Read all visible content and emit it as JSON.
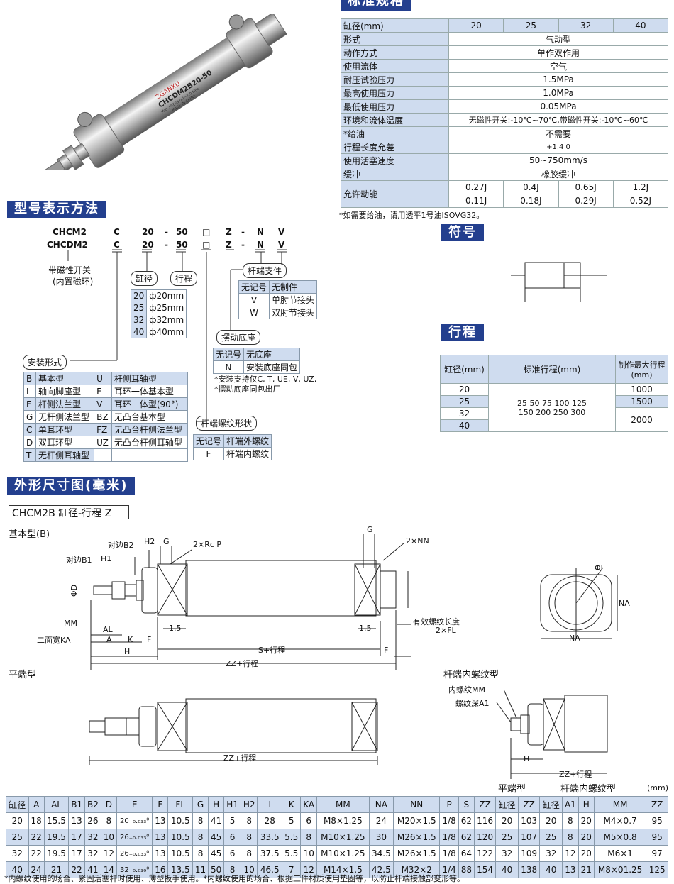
{
  "spec": {
    "title": "标准规格",
    "bore_label": "缸径(mm)",
    "bores": [
      "20",
      "25",
      "32",
      "40"
    ],
    "rows": [
      {
        "k": "形式",
        "v": "气动型"
      },
      {
        "k": "动作方式",
        "v": "单作双作用"
      },
      {
        "k": "使用流体",
        "v": "空气"
      },
      {
        "k": "耐压试验压力",
        "v": "1.5MPa"
      },
      {
        "k": "最高使用压力",
        "v": "1.0MPa"
      },
      {
        "k": "最低使用压力",
        "v": "0.05MPa"
      },
      {
        "k": "环境和流体温度",
        "v": "无磁性开关:-10℃~70℃,带磁性开关:-10℃~60℃"
      },
      {
        "k": "*给油",
        "v": "不需要"
      },
      {
        "k": "行程长度允差",
        "v": "+1.4 0"
      },
      {
        "k": "使用活塞速度",
        "v": "50~750mm/s"
      },
      {
        "k": "缓冲",
        "v": "橡胶缓冲"
      }
    ],
    "energy_label": "允许动能",
    "energy_top": [
      "0.27J",
      "0.4J",
      "0.65J",
      "1.2J"
    ],
    "energy_bottom": [
      "0.11J",
      "0.18J",
      "0.29J",
      "0.52J"
    ],
    "note": "*如需要给油，请用透平1号油ISOVG32。"
  },
  "photo": {
    "brand": "ZGANXU",
    "model": "CHCDM2B20-50",
    "spec1": "MAX.PRESS 0.1~1.0 MPa",
    "spec2": "MADE IN CHINA"
  },
  "symbol": {
    "title": "符号"
  },
  "stroke": {
    "title": "行程",
    "h1": "缸径(mm)",
    "h2": "标准行程(mm)",
    "h3": "制作最大行程(mm)",
    "bores": [
      "20",
      "25",
      "32",
      "40"
    ],
    "std1": "25 50 75 100 125",
    "std2": "150 200 250 300",
    "max": [
      "1000",
      "1500",
      "2000"
    ]
  },
  "model": {
    "title": "型号表示方法",
    "code1": [
      "CHCM2",
      "C",
      "20",
      "-",
      "50",
      "□",
      "Z",
      "-",
      "N",
      "V"
    ],
    "code2": [
      "CHCDM2",
      "C",
      "20",
      "-",
      "50",
      "□",
      "Z",
      "-",
      "N",
      "V"
    ],
    "mag1": "带磁性开关",
    "mag2": "(内置磁环)",
    "bore_box": "缸径",
    "stroke_box": "行程",
    "bores": [
      {
        "a": "20",
        "b": "ф20mm"
      },
      {
        "a": "25",
        "b": "ф25mm"
      },
      {
        "a": "32",
        "b": "ф32mm"
      },
      {
        "a": "40",
        "b": "ф40mm"
      }
    ],
    "rod_end_box": "杆端支件",
    "rod_end": [
      {
        "a": "无记号",
        "b": "无制件"
      },
      {
        "a": "V",
        "b": "单肘节接头"
      },
      {
        "a": "W",
        "b": "双肘节接头"
      }
    ],
    "swing_box": "摆动底座",
    "swing": [
      {
        "a": "无记号",
        "b": "无底座"
      },
      {
        "a": "N",
        "b": "安装底座同包"
      }
    ],
    "swing_note1": "*安装支持仅C, T, UE, V, UZ,",
    "swing_note2": "*摆动底座同包出厂",
    "mount_box": "安装形式",
    "mount": [
      {
        "a": "B",
        "b": "基本型",
        "c": "U",
        "d": "杆侧耳轴型"
      },
      {
        "a": "L",
        "b": "轴向脚座型",
        "c": "E",
        "d": "耳环一体基本型"
      },
      {
        "a": "F",
        "b": "杆侧法兰型",
        "c": "V",
        "d": "耳环一体型(90°)"
      },
      {
        "a": "G",
        "b": "无杆侧法兰型",
        "c": "BZ",
        "d": "无凸台基本型"
      },
      {
        "a": "C",
        "b": "单耳环型",
        "c": "FZ",
        "d": "无凸台杆侧法兰型"
      },
      {
        "a": "D",
        "b": "双耳环型",
        "c": "UZ",
        "d": "无凸台杆侧耳轴型"
      },
      {
        "a": "T",
        "b": "无杆侧耳轴型",
        "c": "",
        "d": ""
      }
    ],
    "thread_box": "杆端螺纹形状",
    "thread": [
      {
        "a": "无记号",
        "b": "杆端外螺纹"
      },
      {
        "a": "F",
        "b": "杆端内螺纹"
      }
    ]
  },
  "dims": {
    "title": "外形尺寸图(毫米)",
    "subtitle": "CHCM2B 缸径-行程 Z",
    "basic": "基本型(B)",
    "flat": "平端型",
    "female": "杆端内螺纹型",
    "labels": {
      "b2": "对边B2",
      "h2": "H2",
      "g": "G",
      "rc": "2×Rc P",
      "b1": "对边B1",
      "h1": "H1",
      "d": "ΦD",
      "mm": "MM",
      "ka": "二面宽KA",
      "al": "AL",
      "a": "A",
      "k": "K",
      "h": "H",
      "f": "F",
      "s": "S+行程",
      "zz": "ZZ+行程",
      "g2": "G",
      "nn": "2×NN",
      "eff": "有效螺纹长度",
      "fl": "2×FL",
      "d15": "1.5",
      "d15b": "1.5",
      "phi": "ΦI",
      "na": "NA",
      "na2": "NA",
      "f2": "F",
      "imm": "内螺纹MM",
      "ia1": "螺纹深A1",
      "fh": "H",
      "fzz": "ZZ+行程",
      "flatzz": "ZZ+行程"
    },
    "group1": "平端型",
    "group2": "杆端内螺纹型",
    "unit": "(mm)",
    "headers": [
      "缸径",
      "A",
      "AL",
      "B1",
      "B2",
      "D",
      "E",
      "F",
      "FL",
      "G",
      "H",
      "H1",
      "H2",
      "I",
      "K",
      "KA",
      "MM",
      "NA",
      "NN",
      "P",
      "S",
      "ZZ",
      "缸径",
      "ZZ",
      "缸径",
      "A1",
      "H",
      "MM",
      "ZZ"
    ],
    "rows": [
      [
        "20",
        "18",
        "15.5",
        "13",
        "26",
        "8",
        "20₋₀.₀₃₃⁰",
        "13",
        "10.5",
        "8",
        "41",
        "5",
        "8",
        "28",
        "5",
        "6",
        "M8×1.25",
        "24",
        "M20×1.5",
        "1/8",
        "62",
        "116",
        "20",
        "103",
        "20",
        "8",
        "20",
        "M4×0.7",
        "95"
      ],
      [
        "25",
        "22",
        "19.5",
        "17",
        "32",
        "10",
        "26₋₀.₀₃₃⁰",
        "13",
        "10.5",
        "8",
        "45",
        "6",
        "8",
        "33.5",
        "5.5",
        "8",
        "M10×1.25",
        "30",
        "M26×1.5",
        "1/8",
        "62",
        "120",
        "25",
        "107",
        "25",
        "8",
        "20",
        "M5×0.8",
        "95"
      ],
      [
        "32",
        "22",
        "19.5",
        "17",
        "32",
        "12",
        "26₋₀.₀₃₃⁰",
        "13",
        "10.5",
        "8",
        "45",
        "6",
        "8",
        "37.5",
        "5.5",
        "10",
        "M10×1.25",
        "34.5",
        "M26×1.5",
        "1/8",
        "64",
        "122",
        "32",
        "109",
        "32",
        "12",
        "20",
        "M6×1",
        "97"
      ],
      [
        "40",
        "24",
        "21",
        "22",
        "41",
        "14",
        "32₋₀.₀₃₉⁰",
        "16",
        "13.5",
        "11",
        "50",
        "8",
        "10",
        "46.5",
        "7",
        "12",
        "M14×1.5",
        "42.5",
        "M32×2",
        "1/4",
        "88",
        "154",
        "40",
        "138",
        "40",
        "13",
        "21",
        "M8×01.25",
        "125"
      ]
    ],
    "footnote": "*内螺纹使用的场合、紧固活塞杆时使用、薄型扳手使用。*内螺纹使用的场合、根据工件材质使用垫圈等，以防止杆端接触部变形等。"
  }
}
